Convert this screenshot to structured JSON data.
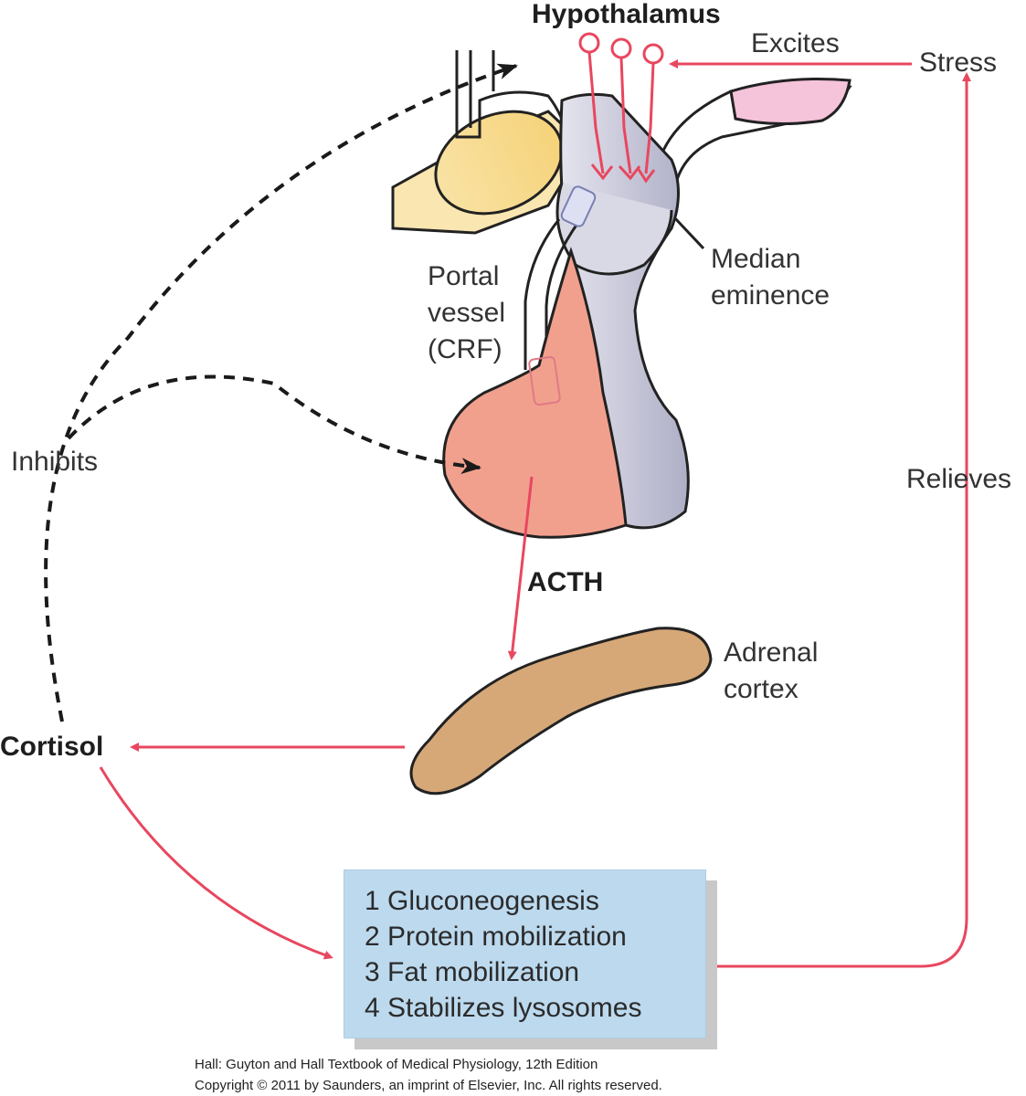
{
  "labels": {
    "hypothalamus": "Hypothalamus",
    "excites": "Excites",
    "stress": "Stress",
    "median_eminence": "Median\neminence",
    "portal_vessel": "Portal\nvessel\n(CRF)",
    "inhibits": "Inhibits",
    "relieves": "Relieves",
    "acth": "ACTH",
    "adrenal_cortex": "Adrenal\ncortex",
    "cortisol": "Cortisol"
  },
  "effects": [
    "1 Gluconeogenesis",
    "2 Protein mobilization",
    "3 Fat mobilization",
    "4 Stabilizes lysosomes"
  ],
  "credit": {
    "line1": "Hall: Guyton and Hall Textbook of Medical Physiology, 12th Edition",
    "line2": "Copyright © 2011 by Saunders, an imprint of Elsevier, Inc. All rights reserved."
  },
  "colors": {
    "arrow_red": "#e8475f",
    "dashed_black": "#1a1a1a",
    "anterior_pituitary": "#f2a08e",
    "posterior_pituitary": "#c9c9dc",
    "optic_chiasm": "#f8dc8c",
    "adrenal_cortex": "#d6a878",
    "effects_box": "#bcd9ee",
    "mammillary": "#f5bfd8"
  }
}
